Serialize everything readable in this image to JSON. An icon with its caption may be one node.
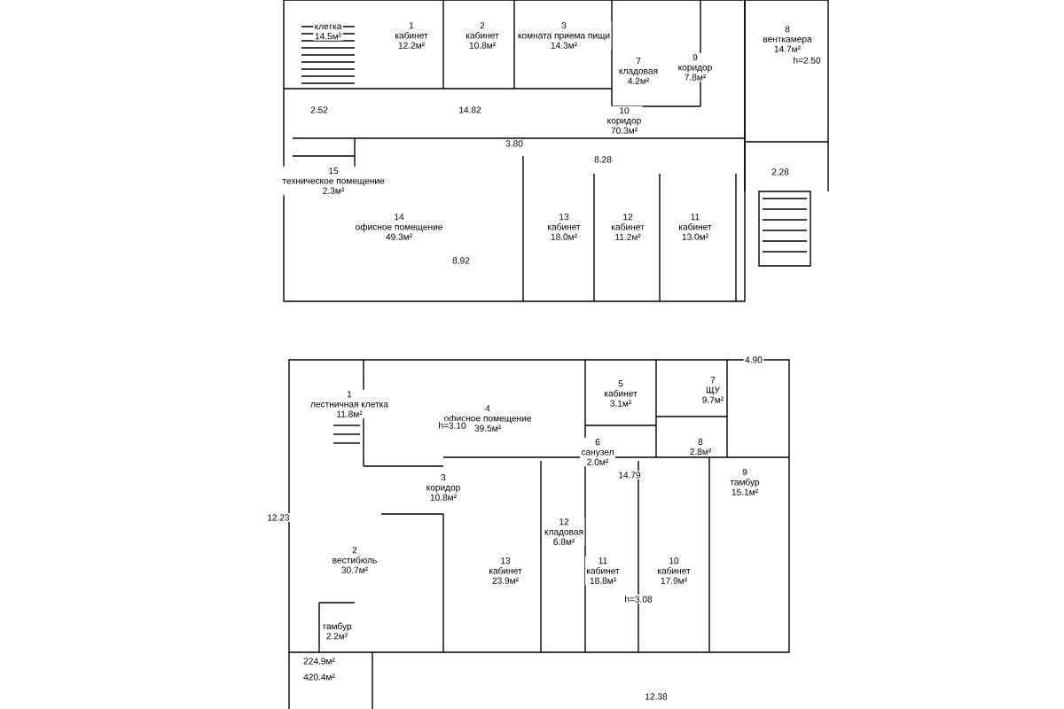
{
  "diagram": {
    "nodes": [
      {
        "text": [
          "клетка",
          "14.5м²"
        ]
      },
      {
        "text": [
          "1",
          "кабинет",
          "12.2м²"
        ]
      },
      {
        "text": [
          "2",
          "кабинет",
          "10.8м²"
        ]
      },
      {
        "text": [
          "3",
          "комната приема пищи",
          "14.3м²"
        ]
      },
      {
        "text": [
          "7",
          "кладовая",
          "4.2м²"
        ]
      },
      {
        "text": [
          "9",
          "коридор",
          "7.8м²"
        ]
      },
      {
        "text": [
          "8",
          "венткамера",
          "14.7м²"
        ]
      },
      {
        "text": [
          "10",
          "коридор",
          "70.3м²"
        ]
      },
      {
        "text": [
          "15",
          "техническое помещение",
          "2.3м²"
        ]
      },
      {
        "text": [
          "14",
          "офисное помещение",
          "49.3м²"
        ]
      },
      {
        "text": [
          "13",
          "кабинет",
          "18.0м²"
        ]
      },
      {
        "text": [
          "12",
          "кабинет",
          "11.2м²"
        ]
      },
      {
        "text": [
          "11",
          "кабинет",
          "13.0м²"
        ]
      },
      {
        "text": [
          "1",
          "лестничная клетка",
          "11.8м²"
        ]
      },
      {
        "text": [
          "4",
          "офисное помещение",
          "39.5м²"
        ]
      },
      {
        "text": [
          "5",
          "кабинет",
          "3.1м²"
        ]
      },
      {
        "text": [
          "7",
          "ЩУ",
          "9.7м²"
        ]
      },
      {
        "text": [
          "3",
          "коридор",
          "10.8м²"
        ]
      },
      {
        "text": [
          "6",
          "санузел",
          "2.0м²"
        ]
      },
      {
        "text": [
          "8",
          "2.8м²"
        ]
      },
      {
        "text": [
          "9",
          "тамбур",
          "15.1м²"
        ]
      },
      {
        "text": [
          "2",
          "вестибюль",
          "30.7м²"
        ]
      },
      {
        "text": [
          "12",
          "кладовая",
          "6.8м²"
        ]
      },
      {
        "text": [
          "13",
          "кабинет",
          "23.9м²"
        ]
      },
      {
        "text": [
          "11",
          "кабинет",
          "18.8м²"
        ]
      },
      {
        "text": [
          "10",
          "кабинет",
          "17.9м²"
        ]
      },
      {
        "text": [
          "тамбур",
          "2.2м²"
        ]
      }
    ],
    "labels": [
      "h=2.50",
      "14.82",
      "8.28",
      "3.80",
      "8.92",
      "2.52",
      "2.28",
      "h=3.10",
      "14.79",
      "4.90",
      "12.23",
      "12.38",
      "h=3.08",
      "224.9м²",
      "420.4м²"
    ]
  }
}
